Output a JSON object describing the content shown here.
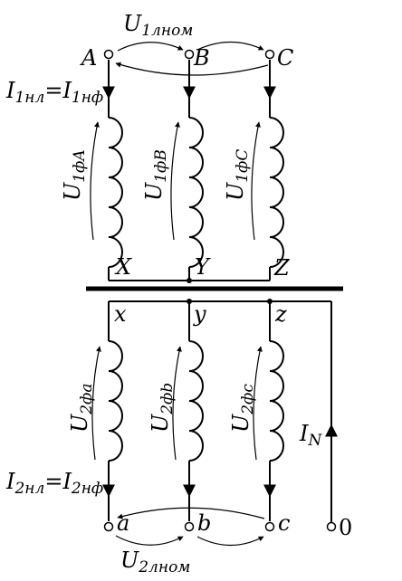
{
  "primary": {
    "line_voltage": {
      "sym": "U",
      "sub": "1лном"
    },
    "terminals": [
      "A",
      "B",
      "C"
    ],
    "neutral_ends": [
      "X",
      "Y",
      "Z"
    ],
    "current_label": {
      "sym1": "I",
      "sub1": "1нл",
      "eq": "=",
      "sym2": "I",
      "sub2": "1нф"
    },
    "phase_voltages": [
      {
        "sym": "U",
        "sub": "1фA"
      },
      {
        "sym": "U",
        "sub": "1фB"
      },
      {
        "sym": "U",
        "sub": "1фC"
      }
    ]
  },
  "secondary": {
    "line_voltage": {
      "sym": "U",
      "sub": "2лном"
    },
    "terminals": [
      "a",
      "b",
      "c"
    ],
    "neutral_ends": [
      "x",
      "y",
      "z"
    ],
    "neutral_terminal": "0",
    "neutral_current": {
      "sym": "I",
      "sub": "N"
    },
    "current_label": {
      "sym1": "I",
      "sub1": "2нл",
      "eq": "=",
      "sym2": "I",
      "sub2": "2нф"
    },
    "phase_voltages": [
      {
        "sym": "U",
        "sub": "2фa"
      },
      {
        "sym": "U",
        "sub": "2фb"
      },
      {
        "sym": "U",
        "sub": "2фc"
      }
    ]
  }
}
